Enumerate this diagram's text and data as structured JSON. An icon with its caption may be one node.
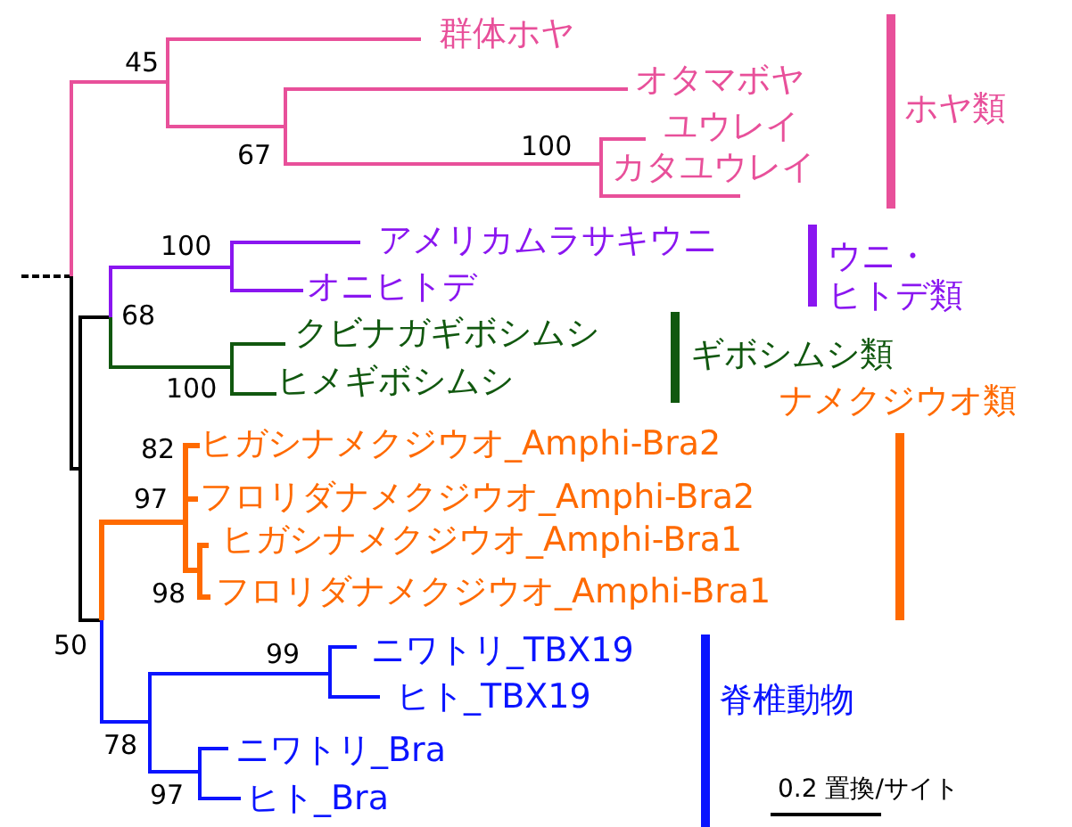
{
  "diagram": {
    "labels": [
      "群体ホヤ",
      "45",
      "オタマボヤ",
      "ホヤ類",
      "ユウレイ",
      "67",
      "100",
      "カタユウレイ",
      "100",
      "アメリカムラサキウニ",
      "ウニ・ヒトデ類",
      "オニヒトデ",
      "68",
      "クビナガギボシムシ",
      "ギボシムシ類",
      "100",
      "ヒメギボシムシ",
      "ナメクジウオ類",
      "82",
      "ヒガシナメクジウオ_Amphi-Bra2",
      "97",
      "フロリダナメクジウオ_Amphi-Bra2",
      "ヒガシナメクジウオ_Amphi-Bra1",
      "98",
      "フロリダナメクジウオ_Amphi-Bra1",
      "50",
      "99",
      "ニワトリ_TBX19",
      "ヒト_TBX19",
      "脊椎動物",
      "78",
      "ニワトリ_Bra",
      "97",
      "ヒト_Bra",
      "0.2 置換/サイト"
    ]
  }
}
